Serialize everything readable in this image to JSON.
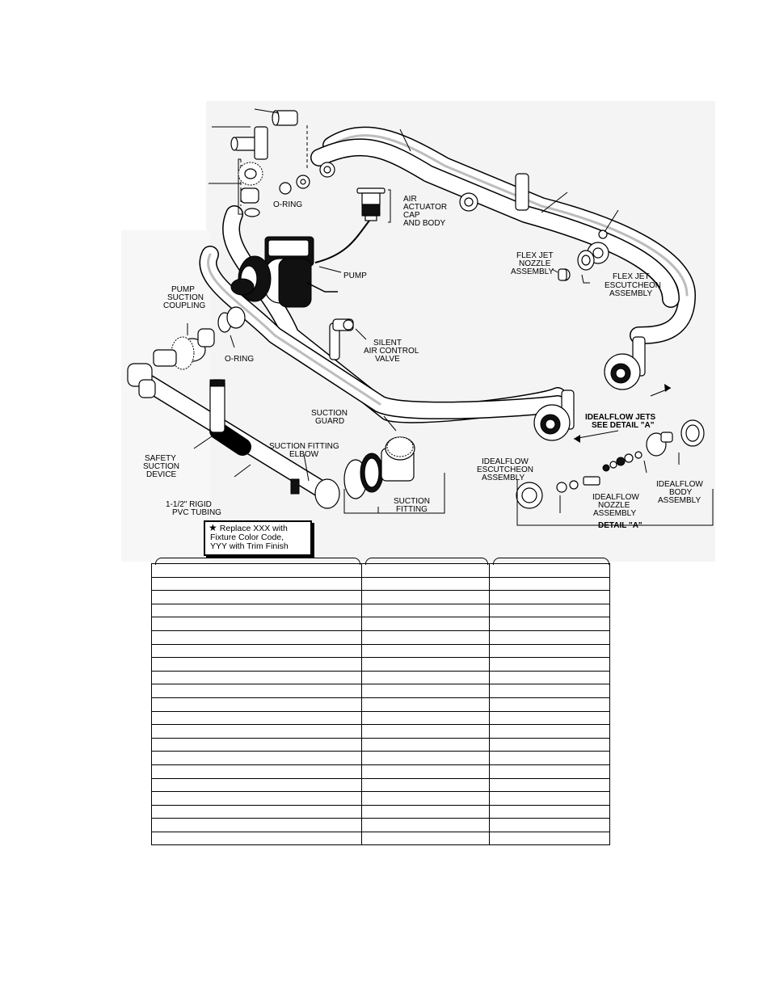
{
  "labels": {
    "air_actuator": [
      "AIR",
      "ACTUATOR",
      "CAP",
      "AND BODY"
    ],
    "o_ring_top": "O-RING",
    "pump": "PUMP",
    "pump_suction_coupling": [
      "PUMP",
      "SUCTION",
      "COUPLING"
    ],
    "o_ring_lower": "O-RING",
    "silent_air_control_valve": [
      "SILENT",
      "AIR CONTROL",
      "VALVE"
    ],
    "flex_jet_nozzle": [
      "FLEX JET",
      "NOZZLE",
      "ASSEMBLY"
    ],
    "flex_jet_escutcheon": [
      "FLEX JET",
      "ESCUTCHEON",
      "ASSEMBLY"
    ],
    "idealflow_jets": [
      "IDEALFLOW JETS",
      "SEE DETAIL \"A\""
    ],
    "suction_guard": [
      "SUCTION",
      "GUARD"
    ],
    "idealflow_escutcheon": [
      "IDEALFLOW",
      "ESCUTCHEON",
      "ASSEMBLY"
    ],
    "idealflow_body": [
      "IDEALFLOW",
      "BODY",
      "ASSEMBLY"
    ],
    "idealflow_nozzle": [
      "IDEALFLOW",
      "NOZZLE",
      "ASSEMBLY"
    ],
    "detail_a": "DETAIL \"A\"",
    "suction_fitting_elbow": [
      "SUCTION FITTING",
      "ELBOW"
    ],
    "safety_suction_device": [
      "SAFETY",
      "SUCTION",
      "DEVICE"
    ],
    "rigid_pvc_tubing": [
      "1-1/2\" RIGID",
      "PVC TUBING"
    ],
    "suction_fitting": [
      "SUCTION",
      "FITTING"
    ]
  },
  "note": {
    "icon": "star-icon",
    "lines": [
      "Replace XXX with",
      "Fixture Color Code,",
      "YYY with Trim Finish"
    ]
  },
  "table": {
    "columns": 3,
    "rows": 21
  }
}
